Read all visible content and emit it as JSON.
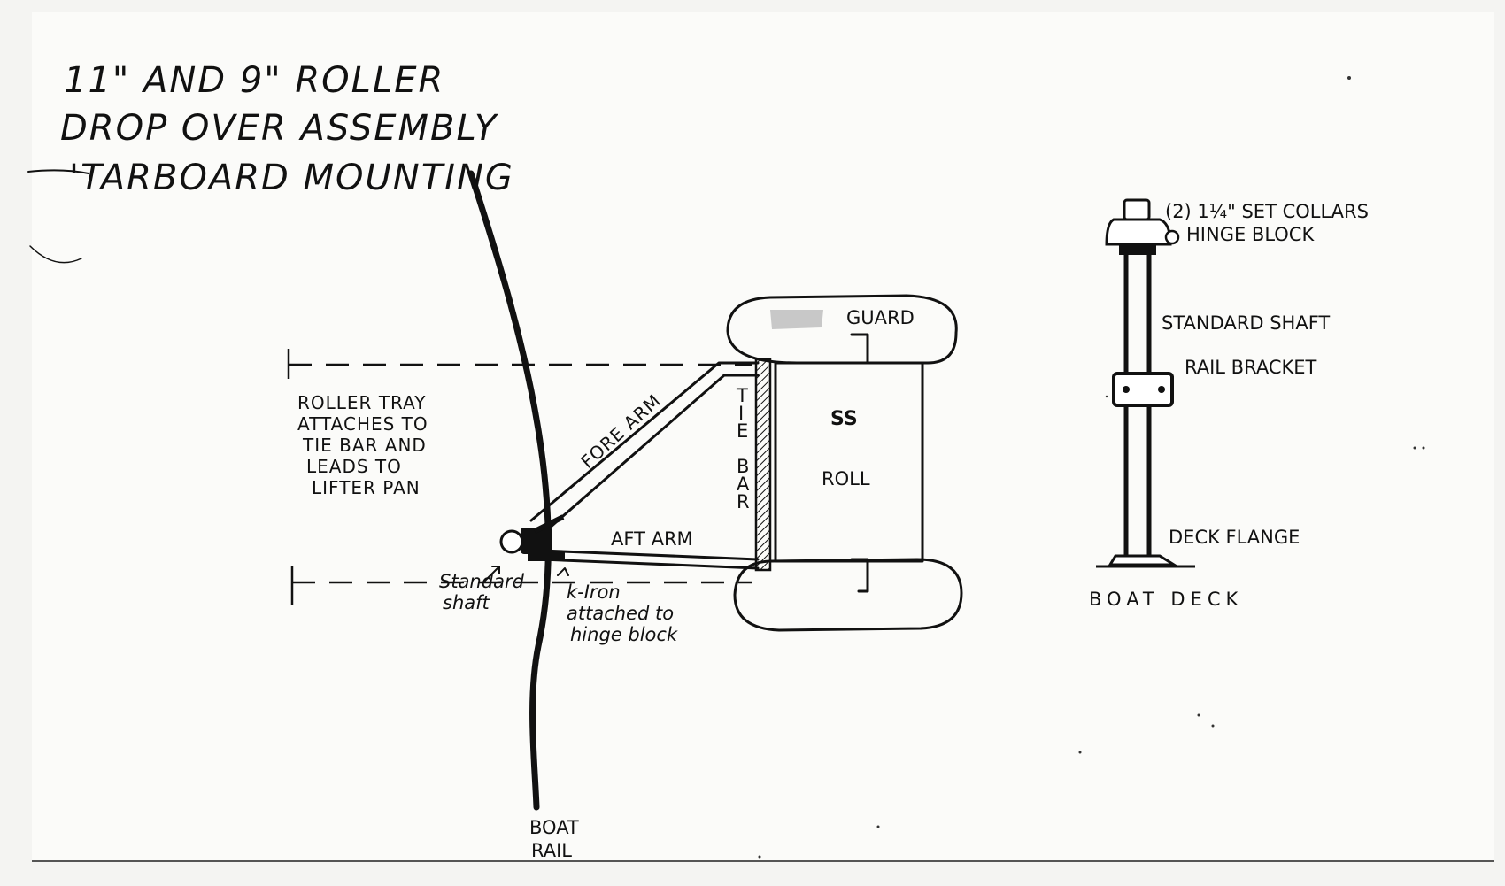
{
  "title": {
    "line1": "11\" AND 9\" ROLLER",
    "line2": "DROP OVER ASSEMBLY",
    "line3": "'TARBOARD MOUNTING"
  },
  "plan_view": {
    "guard_label": "GUARD",
    "ss_label": "SS",
    "roll_label": "ROLL",
    "tie_bar_label": [
      "T",
      "I",
      "E",
      "B",
      "A",
      "R"
    ],
    "fore_arm_label": "FORE ARM",
    "aft_arm_label": "AFT ARM",
    "roller_tray_note": [
      "ROLLER TRAY",
      "ATTACHES TO",
      "TIE BAR AND",
      "LEADS TO",
      "LIFTER PAN"
    ],
    "standard_shaft_note": [
      "Standard",
      "shaft"
    ],
    "k_iron_note": [
      "k-Iron",
      "attached to",
      "hinge block"
    ],
    "boat_rail_label": [
      "BOAT",
      "RAIL"
    ]
  },
  "side_view": {
    "collars_label": "(2) 1¼\" SET COLLARS",
    "hinge_block_label": "HINGE BLOCK",
    "standard_shaft_label": "STANDARD SHAFT",
    "rail_bracket_label": "RAIL BRACKET",
    "deck_flange_label": "DECK FLANGE",
    "boat_deck_label": "BOAT DECK"
  }
}
